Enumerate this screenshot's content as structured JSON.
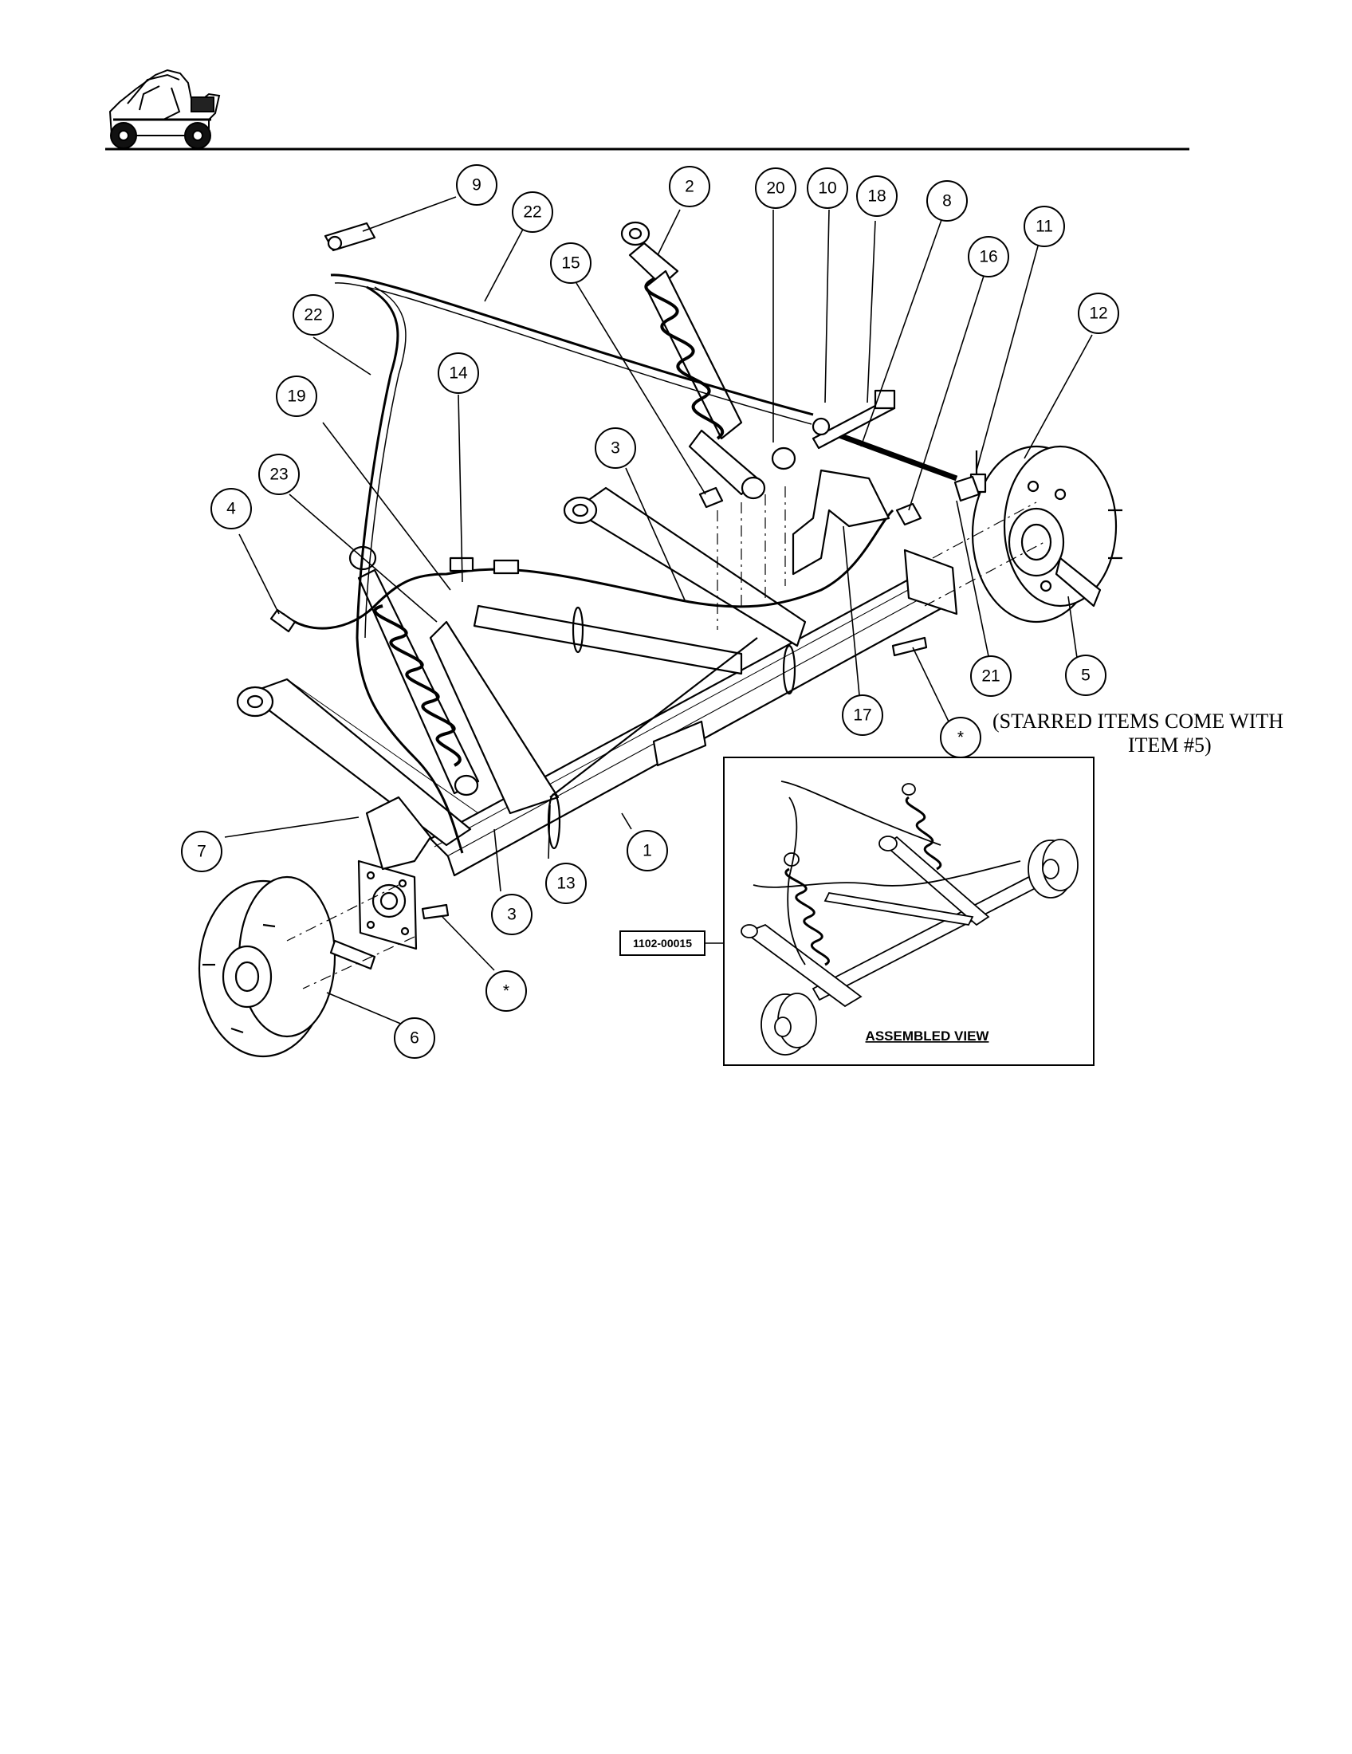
{
  "header": {
    "logo_icon": "utility-vehicle-icon"
  },
  "diagram": {
    "callouts": [
      "9",
      "22",
      "2",
      "20",
      "10",
      "18",
      "8",
      "16",
      "11",
      "15",
      "12",
      "22",
      "14",
      "19",
      "3",
      "23",
      "4",
      "17",
      "21",
      "5",
      "*",
      "7",
      "1",
      "13",
      "3",
      "*",
      "6"
    ],
    "note_line1": "(STARRED ITEMS COME WITH",
    "note_line2": "ITEM #5)"
  },
  "inset": {
    "part_number": "1102-00015",
    "label": "ASSEMBLED VIEW"
  }
}
